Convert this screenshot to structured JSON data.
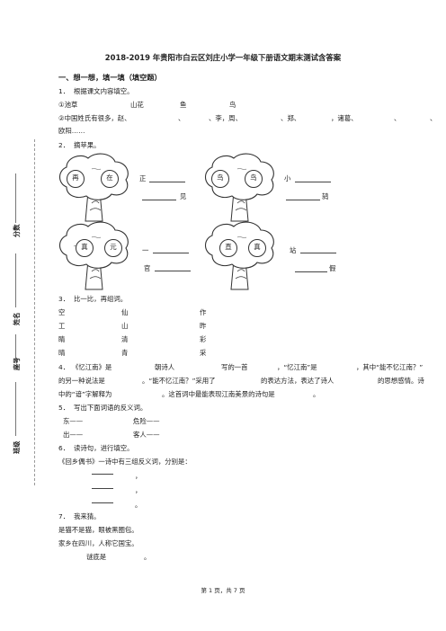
{
  "title": "2018-2019 年贵阳市白云区刘庄小学一年级下册语文期末测试含答案",
  "section1": "一、想一想，填一填（填空题）",
  "q1": {
    "num": "1．",
    "prompt": "根据课文内容填空。",
    "line1_a": "①池草",
    "line1_b": "山花",
    "line1_c": "鱼",
    "line1_d": "鸟",
    "line2_a": "②中国姓氏有很多，赵、",
    "line2_b": "、",
    "line2_c": "、李，周、",
    "line2_d": "、郑、",
    "line2_e": "，诸葛、",
    "line2_f": "、",
    "line2_g": "、",
    "line3": "欧阳……"
  },
  "q2": {
    "num": "2．",
    "prompt": "摘苹果。",
    "tree1": {
      "apple1": "再",
      "apple2": "在",
      "word1": "正",
      "word2": "见"
    },
    "tree2": {
      "apple1": "鸟",
      "apple2": "鸟",
      "word1": "小",
      "word2": "鸫"
    },
    "tree3": {
      "apple1": "真",
      "apple2": "元",
      "word1": "一",
      "word2": "官"
    },
    "tree4": {
      "apple1": "直",
      "apple2": "真",
      "word1": "站",
      "word2": "假"
    }
  },
  "q3": {
    "num": "3．",
    "prompt": "比一比，再组词。",
    "rows": [
      [
        "空",
        "仙",
        "作"
      ],
      [
        "工",
        "山",
        "昨"
      ],
      [
        "睛",
        "清",
        "彩"
      ],
      [
        "晴",
        "青",
        "采"
      ]
    ]
  },
  "q4": {
    "num": "4．",
    "line1_a": "《忆江南》是",
    "line1_b": "朝诗人",
    "line1_c": "写的一首",
    "line1_d": "，“忆江南”是",
    "line1_e": "，其中“能不忆江南？”",
    "line2_a": "的另一种说法是",
    "line2_b": "。“能不忆江南？”采用了",
    "line2_c": "的表达方法，表达了诗人",
    "line2_d": "的思想感情。诗",
    "line3_a": "中的“谙”字解释为",
    "line3_b": "。这首词中最能表现江南美景的诗句是",
    "line3_c": "。"
  },
  "q5": {
    "num": "5．",
    "prompt": "写出下面词语的反义词。",
    "a": "东——",
    "b": "危险——",
    "c": "出——",
    "d": "客人——"
  },
  "q6": {
    "num": "6．",
    "prompt": "读诗句，进行填空。",
    "line1": "《回乡偶书》一诗中有三组反义词，分别是：",
    "sep1": "，",
    "sep2": "，",
    "end": "。"
  },
  "q7": {
    "num": "7．",
    "prompt": "我来猜。",
    "line1": "是猫不是猫，眼被黑圈包。",
    "line2": "家乡在四川，人称它国宝。",
    "line3_a": "谜底是",
    "line3_b": "。"
  },
  "sidebar": {
    "score": "分数",
    "name": "姓名",
    "number": "座号",
    "class": "班级"
  },
  "footer": "第 1 页，共 7 页"
}
